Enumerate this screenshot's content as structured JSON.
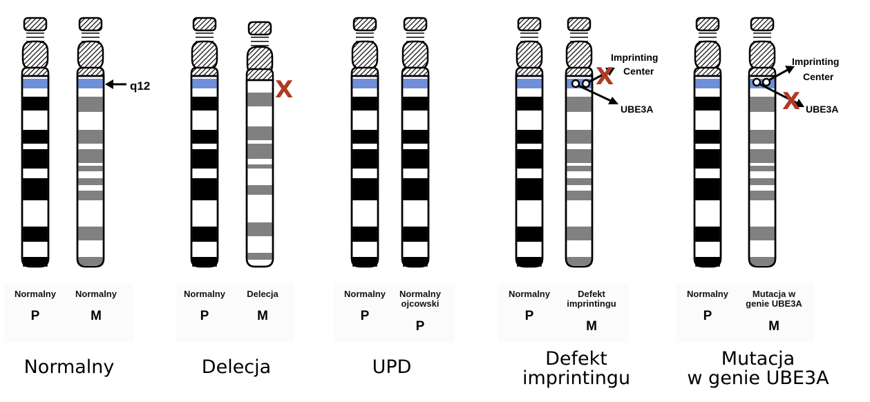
{
  "panels": [
    {
      "caption": [
        "Normalny"
      ],
      "chromosomes": [
        {
          "label": [
            "Normalny"
          ],
          "parent": "P"
        },
        {
          "label": [
            "Normalny"
          ],
          "parent": "M"
        }
      ],
      "annotations": {
        "band_pointer": "q12"
      }
    },
    {
      "caption": [
        "Delecja"
      ],
      "chromosomes": [
        {
          "label": [
            "Normalny"
          ],
          "parent": "P"
        },
        {
          "label": [
            "Delecja"
          ],
          "parent": "M"
        }
      ]
    },
    {
      "caption": [
        "UPD"
      ],
      "chromosomes": [
        {
          "label": [
            "Normalny"
          ],
          "parent": "P"
        },
        {
          "label": [
            "Normalny",
            "ojcowski"
          ],
          "parent": "P"
        }
      ]
    },
    {
      "caption": [
        "Defekt",
        "imprintingu"
      ],
      "chromosomes": [
        {
          "label": [
            "Normalny"
          ],
          "parent": "P"
        },
        {
          "label": [
            "Defekt",
            "imprintingu"
          ],
          "parent": "M"
        }
      ],
      "annotations": {
        "center": [
          "Imprinting",
          "Center"
        ],
        "gene": "UBE3A"
      }
    },
    {
      "caption": [
        "Mutacja",
        "w genie UBE3A"
      ],
      "chromosomes": [
        {
          "label": [
            "Normalny"
          ],
          "parent": "P"
        },
        {
          "label": [
            "Mutacja w",
            "genie UBE3A"
          ],
          "parent": "M"
        }
      ],
      "annotations": {
        "center": [
          "Imprinting",
          "Center"
        ],
        "gene": "UBE3A"
      }
    }
  ],
  "marks": {
    "deletion": "X",
    "defect": "X",
    "mutation": "X"
  },
  "colors": {
    "q12_band": "#6f8fd9",
    "dark_band": "#000000",
    "paternal_gray_band": "#808080",
    "x_mark": "#b03a23",
    "imprint_dot_fill": "#ffffff"
  }
}
